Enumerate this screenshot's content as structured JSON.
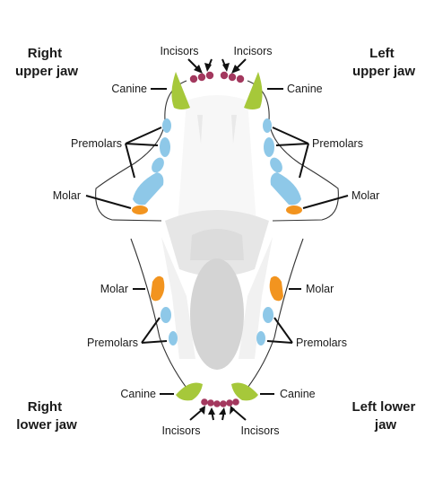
{
  "jaw_titles": {
    "right_upper": [
      "Right",
      "upper jaw"
    ],
    "left_upper": [
      "Left",
      "upper jaw"
    ],
    "right_lower": [
      "Right",
      "lower jaw"
    ],
    "left_lower": [
      "Left lower",
      "jaw"
    ]
  },
  "labels": {
    "incisors": "Incisors",
    "canine": "Canine",
    "premolars": "Premolars",
    "molar": "Molar"
  },
  "colors": {
    "incisors": "#a3385e",
    "canine": "#a6c83a",
    "premolars": "#8ec8e8",
    "molar": "#f2941f",
    "outline": "#333333",
    "palate": "#e6e6e6",
    "tongue": "#d4d4d4"
  }
}
